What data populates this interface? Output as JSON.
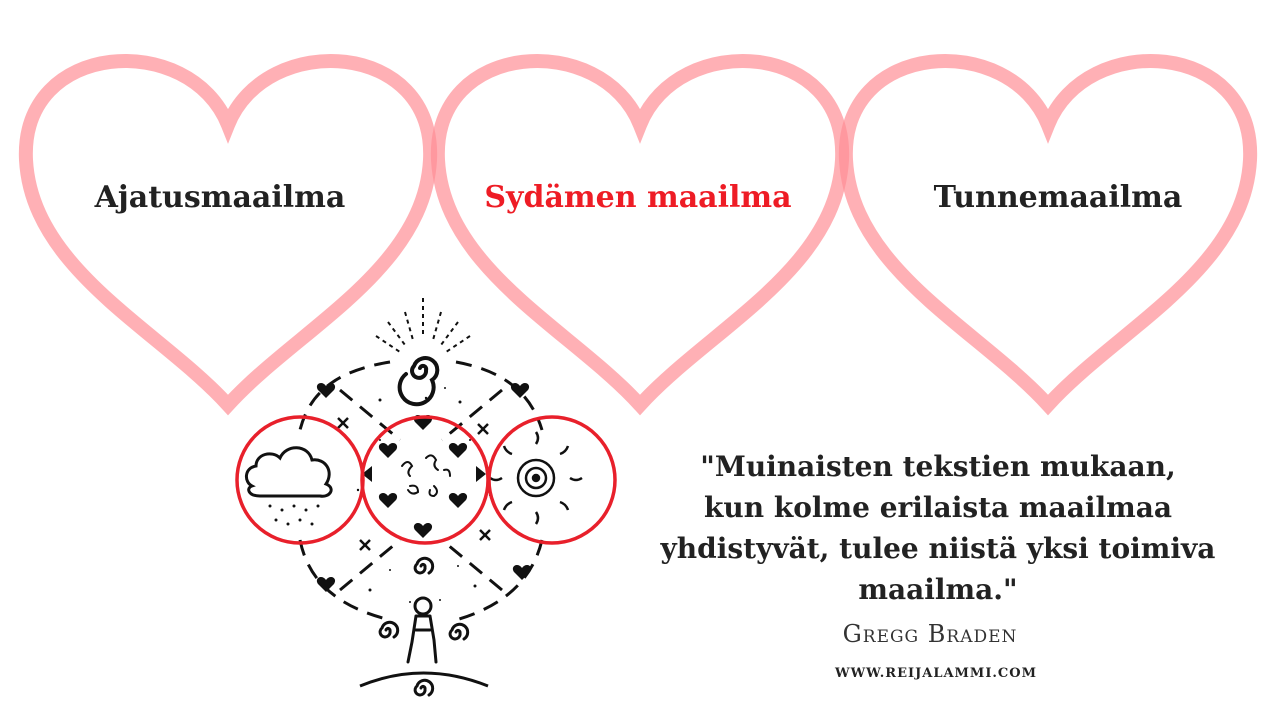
{
  "hearts": [
    {
      "label": "Ajatusmaailma",
      "label_color": "#222222"
    },
    {
      "label": "Sydämen maailma",
      "label_color": "#ee1c25"
    },
    {
      "label": "Tunnemaailma",
      "label_color": "#222222"
    }
  ],
  "colors": {
    "heart_stroke": "#ffa3a9",
    "circle_stroke": "#e8202b",
    "ink": "#111111",
    "accent": "#ee1c25"
  },
  "quote": {
    "lines": [
      "\"Muinaisten tekstien mukaan,",
      "kun kolme erilaista  maailmaa",
      "yhdistyvät, tulee niistä yksi toimiva",
      "maailma.\""
    ]
  },
  "author": "Gregg Braden",
  "website": "WWW.REIJALAMMI.COM",
  "illustration": {
    "icons": [
      "cloud-rain-icon",
      "hearts-swirls-icon",
      "sun-icon",
      "spiral-icon",
      "walking-person-icon"
    ]
  }
}
